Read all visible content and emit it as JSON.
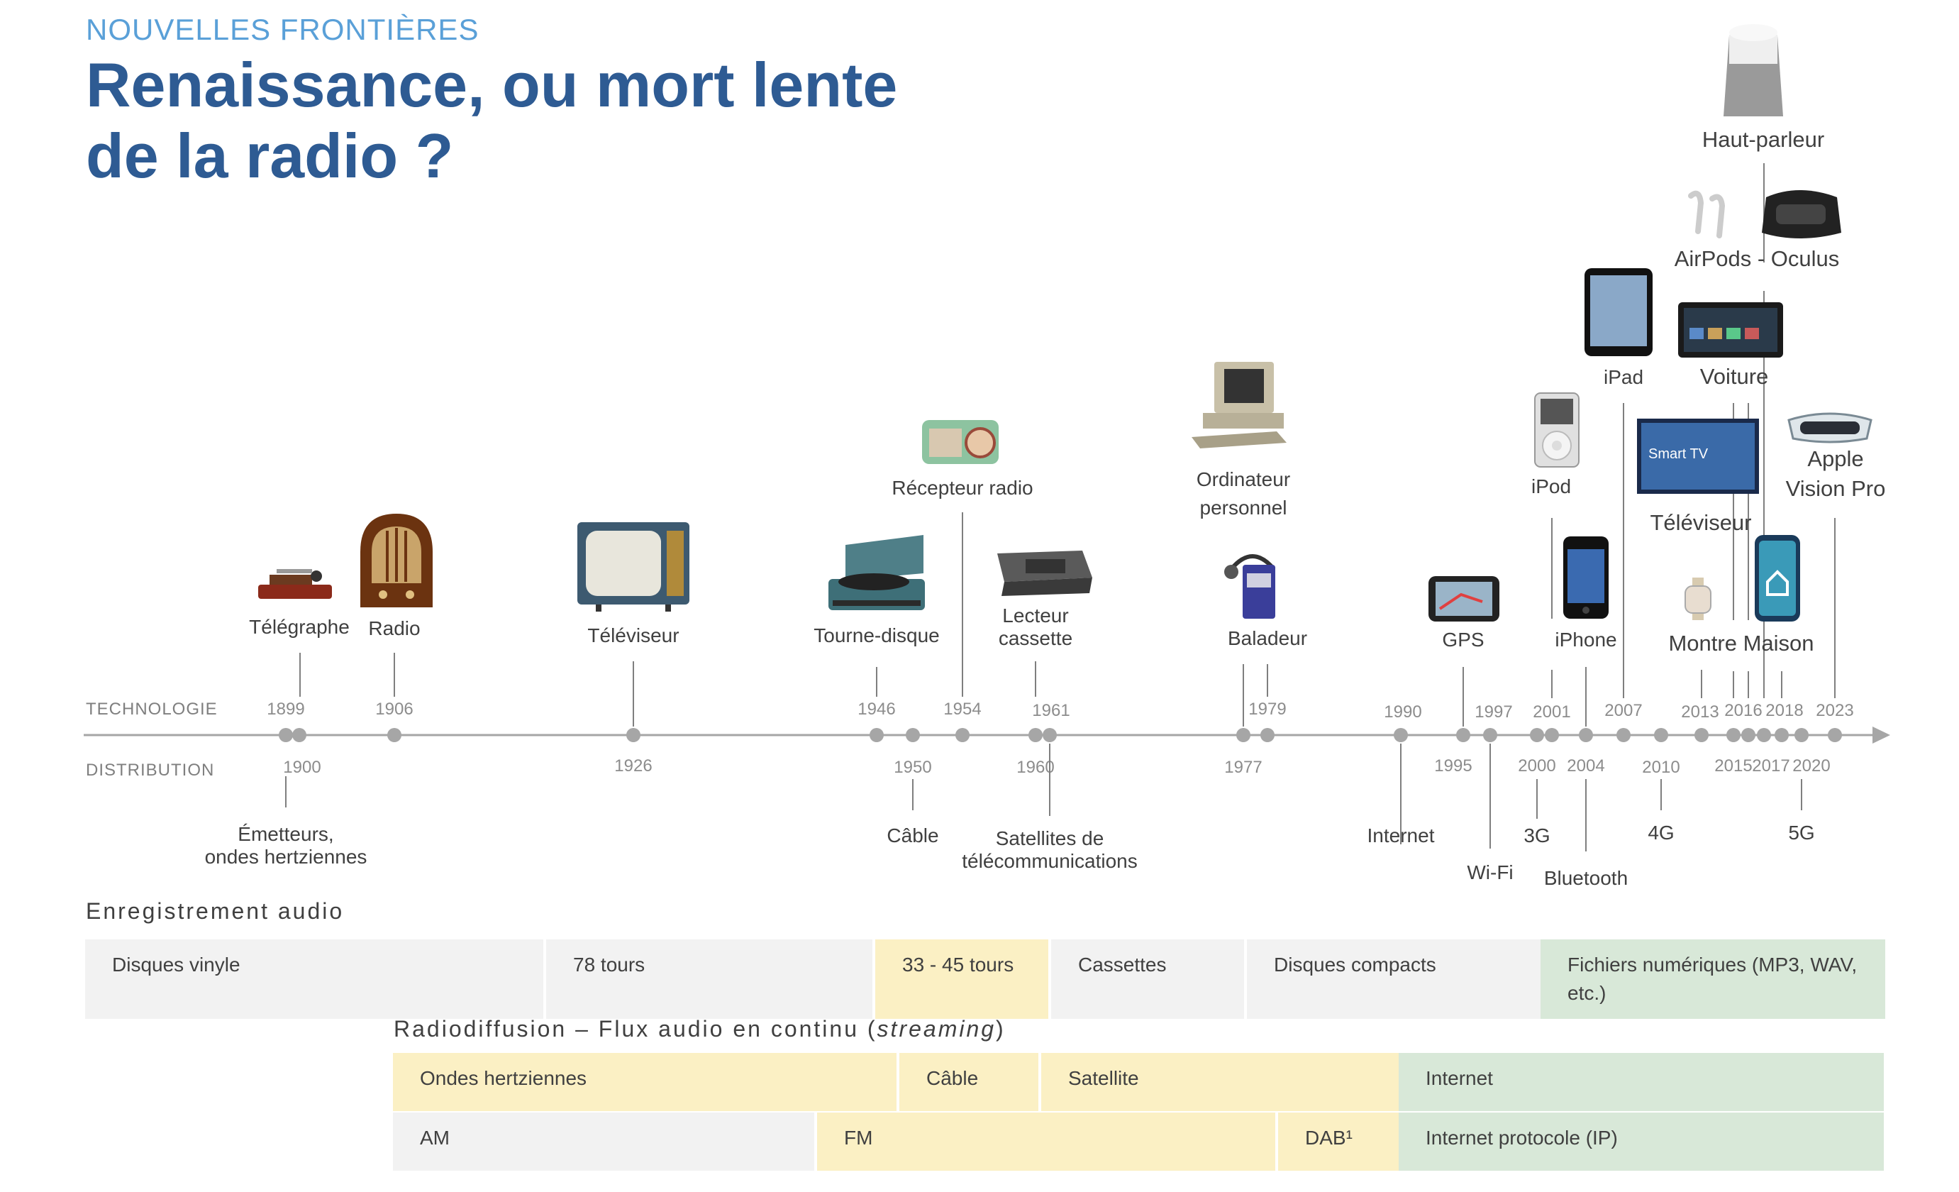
{
  "header": {
    "kicker": "NOUVELLES FRONTIÈRES",
    "title_line1": "Renaissance, ou mort lente",
    "title_line2": "de la radio ?"
  },
  "timeline": {
    "row_technologie": "TECHNOLOGIE",
    "row_distribution": "DISTRIBUTION",
    "tech_years": [
      "1899",
      "1906",
      "1946",
      "1954",
      "1961",
      "1979",
      "1990",
      "1997",
      "2001",
      "2007",
      "2013",
      "2016",
      "2018",
      "2023"
    ],
    "dist_years": [
      "1900",
      "1926",
      "1950",
      "1960",
      "1977",
      "1995",
      "2000",
      "2004",
      "2010",
      "2015",
      "2017",
      "2020"
    ],
    "technologies": {
      "telegraphe": "Télégraphe",
      "radio": "Radio",
      "televiseur": "Téléviseur",
      "tourne_disque": "Tourne-disque",
      "recepteur_radio": "Récepteur radio",
      "lecteur_cassette_1": "Lecteur",
      "lecteur_cassette_2": "cassette",
      "ordinateur_1": "Ordinateur",
      "ordinateur_2": "personnel",
      "baladeur": "Baladeur",
      "gps": "GPS",
      "ipod": "iPod",
      "iphone": "iPhone",
      "ipad": "iPad",
      "voiture": "Voiture",
      "airpods_oculus": "AirPods - Oculus",
      "haut_parleur": "Haut-parleur",
      "televiseur_smart": "Téléviseur",
      "montre_maison": "Montre Maison",
      "apple_1": "Apple",
      "apple_2": "Vision Pro",
      "smart_tv_text": "Smart TV"
    },
    "distribution": {
      "emetteurs_1": "Émetteurs,",
      "emetteurs_2": "ondes hertziennes",
      "cable": "Câble",
      "satellites_1": "Satellites de",
      "satellites_2": "télécommunications",
      "internet": "Internet",
      "wifi": "Wi-Fi",
      "g3": "3G",
      "bluetooth": "Bluetooth",
      "g4": "4G",
      "g5": "5G"
    }
  },
  "enregistrement": {
    "title": "Enregistrement audio",
    "cells": [
      "Disques vinyle",
      "78 tours",
      "33 - 45 tours",
      "Cassettes",
      "Disques compacts",
      "Fichiers numériques (MP3, WAV,",
      "etc.)"
    ]
  },
  "radiodiffusion": {
    "title": "Radiodiffusion – Flux audio en continu (",
    "title_italic": "streaming",
    "title_end": ")",
    "row1": [
      "Ondes hertziennes",
      "Câble",
      "Satellite",
      "Internet"
    ],
    "row2": [
      "AM",
      "FM",
      "DAB¹",
      "Internet protocole (IP)"
    ]
  },
  "colors": {
    "title": "#2e5b93",
    "kicker": "#5aa0d8",
    "yellow": "#fbf0c4",
    "green": "#d8e8d8",
    "grey": "#f2f2f2"
  }
}
